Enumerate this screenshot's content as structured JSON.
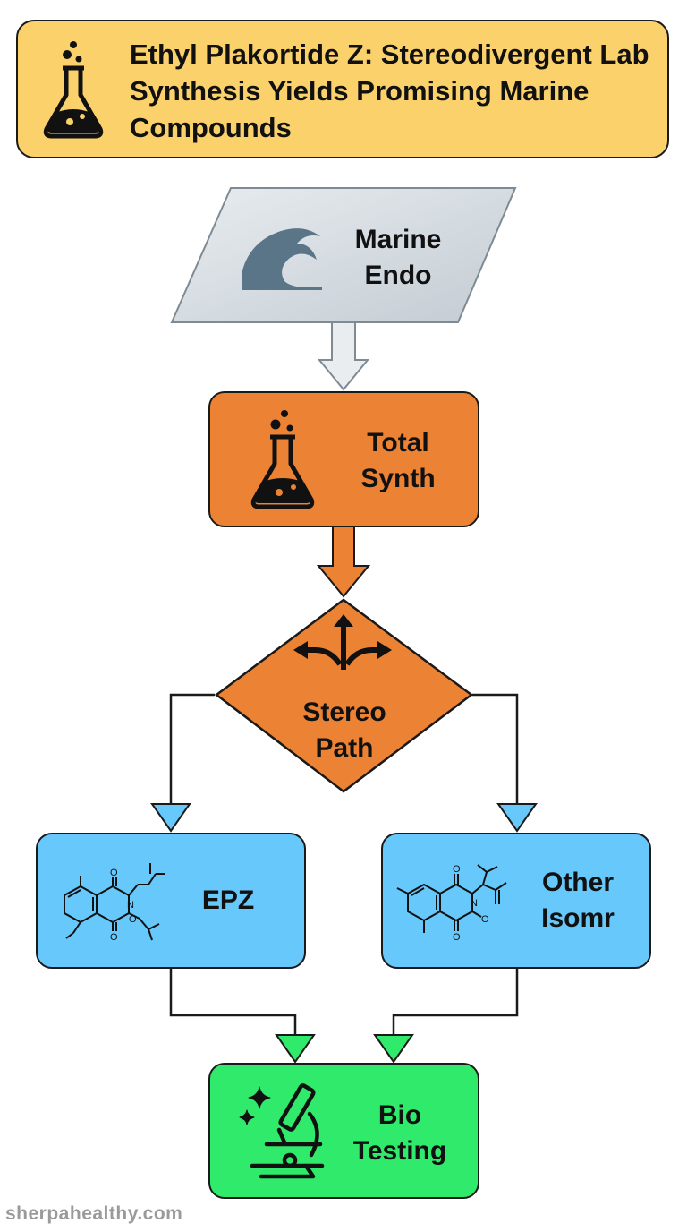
{
  "title": "Ethyl Plakortide Z: Stereodivergent Lab Synthesis Yields Promising Marine Compounds",
  "nodes": {
    "marine": {
      "line1": "Marine",
      "line2": "Endo",
      "shape": "parallelogram",
      "icon": "wave-icon",
      "color": "#cfd6dc"
    },
    "synth": {
      "line1": "Total",
      "line2": "Synth",
      "shape": "rounded-rectangle",
      "icon": "flask-icon",
      "color": "#ec8234"
    },
    "stereo": {
      "line1": "Stereo",
      "line2": "Path",
      "shape": "diamond",
      "icon": "split-arrows-icon",
      "color": "#ec8234"
    },
    "epz": {
      "line1": "EPZ",
      "shape": "rounded-rectangle",
      "icon": "molecule-structure",
      "color": "#66c8fb"
    },
    "other": {
      "line1": "Other",
      "line2": "Isomr",
      "shape": "rounded-rectangle",
      "icon": "molecule-structure",
      "color": "#66c8fb"
    },
    "bio": {
      "line1": "Bio",
      "line2": "Testing",
      "shape": "rounded-rectangle",
      "icon": "microscope-icon",
      "color": "#30ea6b"
    }
  },
  "edges": [
    {
      "from": "marine",
      "to": "synth"
    },
    {
      "from": "synth",
      "to": "stereo"
    },
    {
      "from": "stereo",
      "to": "epz"
    },
    {
      "from": "stereo",
      "to": "other"
    },
    {
      "from": "epz",
      "to": "bio"
    },
    {
      "from": "other",
      "to": "bio"
    }
  ],
  "title_color": "#fad16b",
  "watermark": "sherpahealthy.com"
}
